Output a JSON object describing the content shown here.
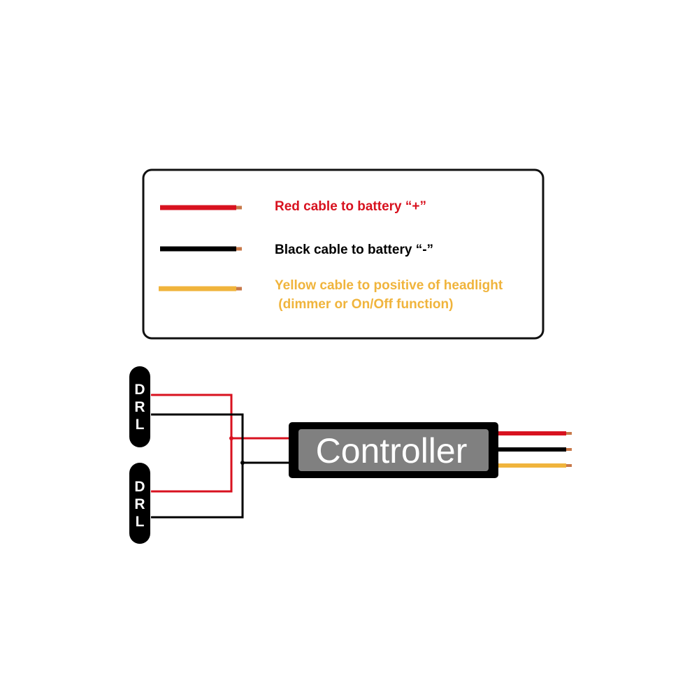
{
  "legend": {
    "items": [
      {
        "color_name": "red",
        "color": "#d8121f",
        "label": "Red cable to battery “+”",
        "label_line2": ""
      },
      {
        "color_name": "black",
        "color": "#000000",
        "label": "Black cable to battery “-”",
        "label_line2": ""
      },
      {
        "color_name": "yellow",
        "color": "#f0b43c",
        "label": "Yellow cable to positive of headlight",
        "label_line2": " (dimmer or On/Off function)"
      }
    ]
  },
  "controller": {
    "label": "Controller"
  },
  "drl_units": [
    {
      "letters": [
        "D",
        "R",
        "L"
      ]
    },
    {
      "letters": [
        "D",
        "R",
        "L"
      ]
    }
  ],
  "colors": {
    "red": "#d8121f",
    "black": "#000000",
    "yellow": "#f0b43c",
    "copper_tip": "#c8794a",
    "controller_body": "#000000",
    "controller_label_bg": "#808080"
  }
}
